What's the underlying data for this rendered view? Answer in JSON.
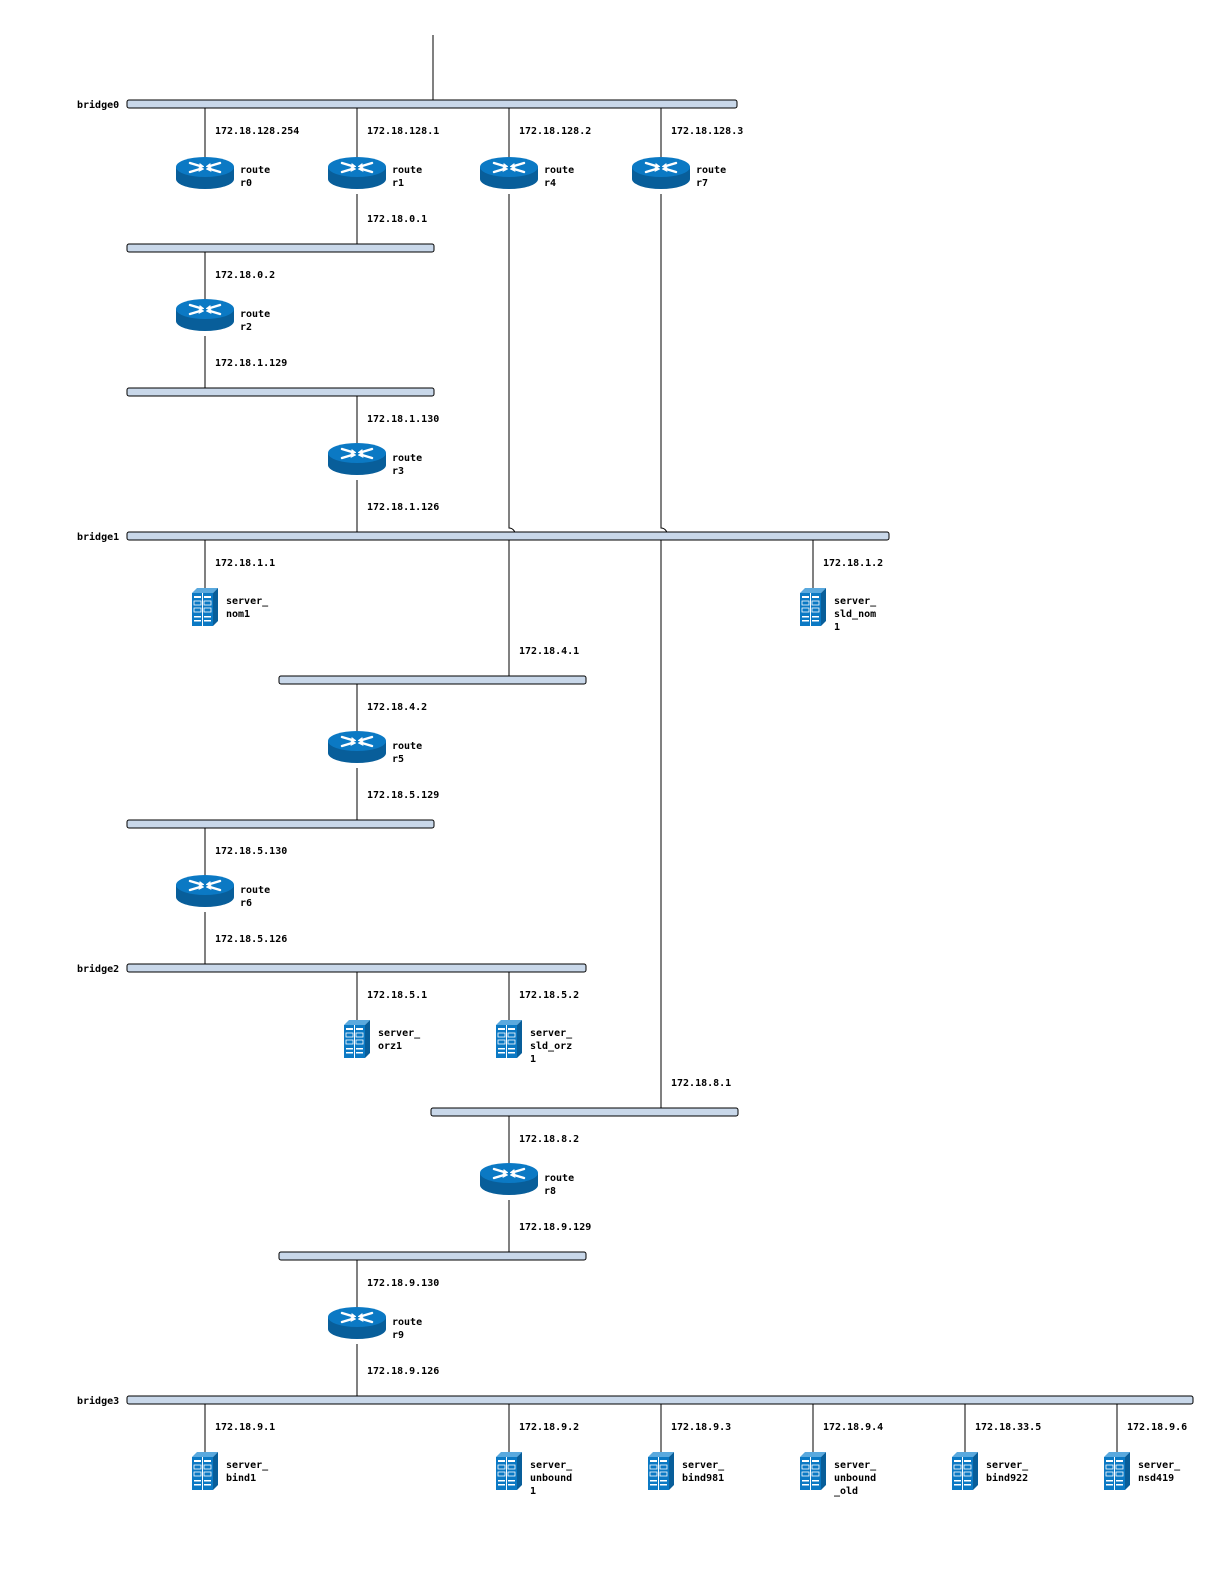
{
  "colors": {
    "bus_fill": "#c9d8ea",
    "device_blue": "#0b79c4",
    "device_dark": "#085e9a",
    "line": "#000000"
  },
  "bus_labels": {
    "bridge0": "bridge0",
    "bridge1": "bridge1",
    "bridge2": "bridge2",
    "bridge3": "bridge3"
  },
  "routers": [
    {
      "id": "r0",
      "icon": "router-icon",
      "line1": "route",
      "line2": "r0"
    },
    {
      "id": "r1",
      "icon": "router-icon",
      "line1": "route",
      "line2": "r1"
    },
    {
      "id": "r4",
      "icon": "router-icon",
      "line1": "route",
      "line2": "r4"
    },
    {
      "id": "r7",
      "icon": "router-icon",
      "line1": "route",
      "line2": "r7"
    },
    {
      "id": "r2",
      "icon": "router-icon",
      "line1": "route",
      "line2": "r2"
    },
    {
      "id": "r3",
      "icon": "router-icon",
      "line1": "route",
      "line2": "r3"
    },
    {
      "id": "r5",
      "icon": "router-icon",
      "line1": "route",
      "line2": "r5"
    },
    {
      "id": "r6",
      "icon": "router-icon",
      "line1": "route",
      "line2": "r6"
    },
    {
      "id": "r8",
      "icon": "router-icon",
      "line1": "route",
      "line2": "r8"
    },
    {
      "id": "r9",
      "icon": "router-icon",
      "line1": "route",
      "line2": "r9"
    }
  ],
  "servers": [
    {
      "id": "nom1",
      "icon": "server-icon",
      "lines": [
        "server_",
        "nom1"
      ]
    },
    {
      "id": "sld_nom1",
      "icon": "server-icon",
      "lines": [
        "server_",
        "sld_nom",
        "1"
      ]
    },
    {
      "id": "orz1",
      "icon": "server-icon",
      "lines": [
        "server_",
        "orz1"
      ]
    },
    {
      "id": "sld_orz1",
      "icon": "server-icon",
      "lines": [
        "server_",
        "sld_orz",
        "1"
      ]
    },
    {
      "id": "bind1",
      "icon": "server-icon",
      "lines": [
        "server_",
        "bind1"
      ]
    },
    {
      "id": "unbound1",
      "icon": "server-icon",
      "lines": [
        "server_",
        "unbound",
        "1"
      ]
    },
    {
      "id": "bind981",
      "icon": "server-icon",
      "lines": [
        "server_",
        "bind981"
      ]
    },
    {
      "id": "unbound_old",
      "icon": "server-icon",
      "lines": [
        "server_",
        "unbound",
        "_old"
      ]
    },
    {
      "id": "bind922",
      "icon": "server-icon",
      "lines": [
        "server_",
        "bind922"
      ]
    },
    {
      "id": "nsd419",
      "icon": "server-icon",
      "lines": [
        "server_",
        "nsd419"
      ]
    }
  ],
  "ips": {
    "r0_bridge0": "172.18.128.254",
    "r1_bridge0": "172.18.128.1",
    "r4_bridge0": "172.18.128.2",
    "r7_bridge0": "172.18.128.3",
    "r1_net0": "172.18.0.1",
    "r2_net0": "172.18.0.2",
    "r2_net1": "172.18.1.129",
    "r3_net1": "172.18.1.130",
    "r3_bridge1": "172.18.1.126",
    "nom1": "172.18.1.1",
    "sld_nom1": "172.18.1.2",
    "r4_net4": "172.18.4.1",
    "r5_net4": "172.18.4.2",
    "r5_net5": "172.18.5.129",
    "r6_net5": "172.18.5.130",
    "r6_bridge2": "172.18.5.126",
    "orz1": "172.18.5.1",
    "sld_orz1": "172.18.5.2",
    "r7_net8": "172.18.8.1",
    "r8_net8": "172.18.8.2",
    "r8_net9": "172.18.9.129",
    "r9_net9": "172.18.9.130",
    "r9_bridge3": "172.18.9.126",
    "bind1": "172.18.9.1",
    "unbound1": "172.18.9.2",
    "bind981": "172.18.9.3",
    "unbound_old": "172.18.9.4",
    "bind922": "172.18.33.5",
    "nsd419": "172.18.9.6"
  }
}
